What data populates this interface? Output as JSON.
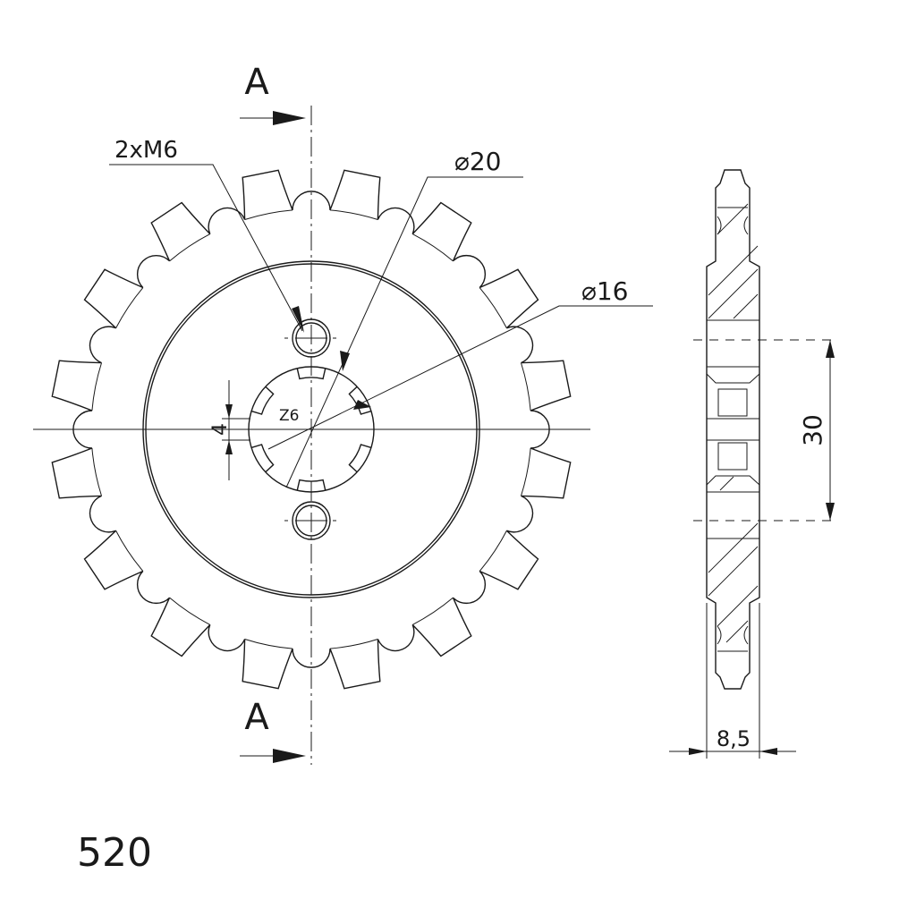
{
  "drawing": {
    "section_label_top": "A",
    "section_label_bottom": "A",
    "bolt_callout": "2xM6",
    "diameter_20": "⌀20",
    "diameter_16": "⌀16",
    "spline_label": "Z6",
    "spline_width": "4",
    "bolt_spacing": "30",
    "thickness": "8,5",
    "chain_pitch": "520",
    "teeth": 16,
    "spline_count": 6,
    "line_color": "#1a1a1a"
  }
}
